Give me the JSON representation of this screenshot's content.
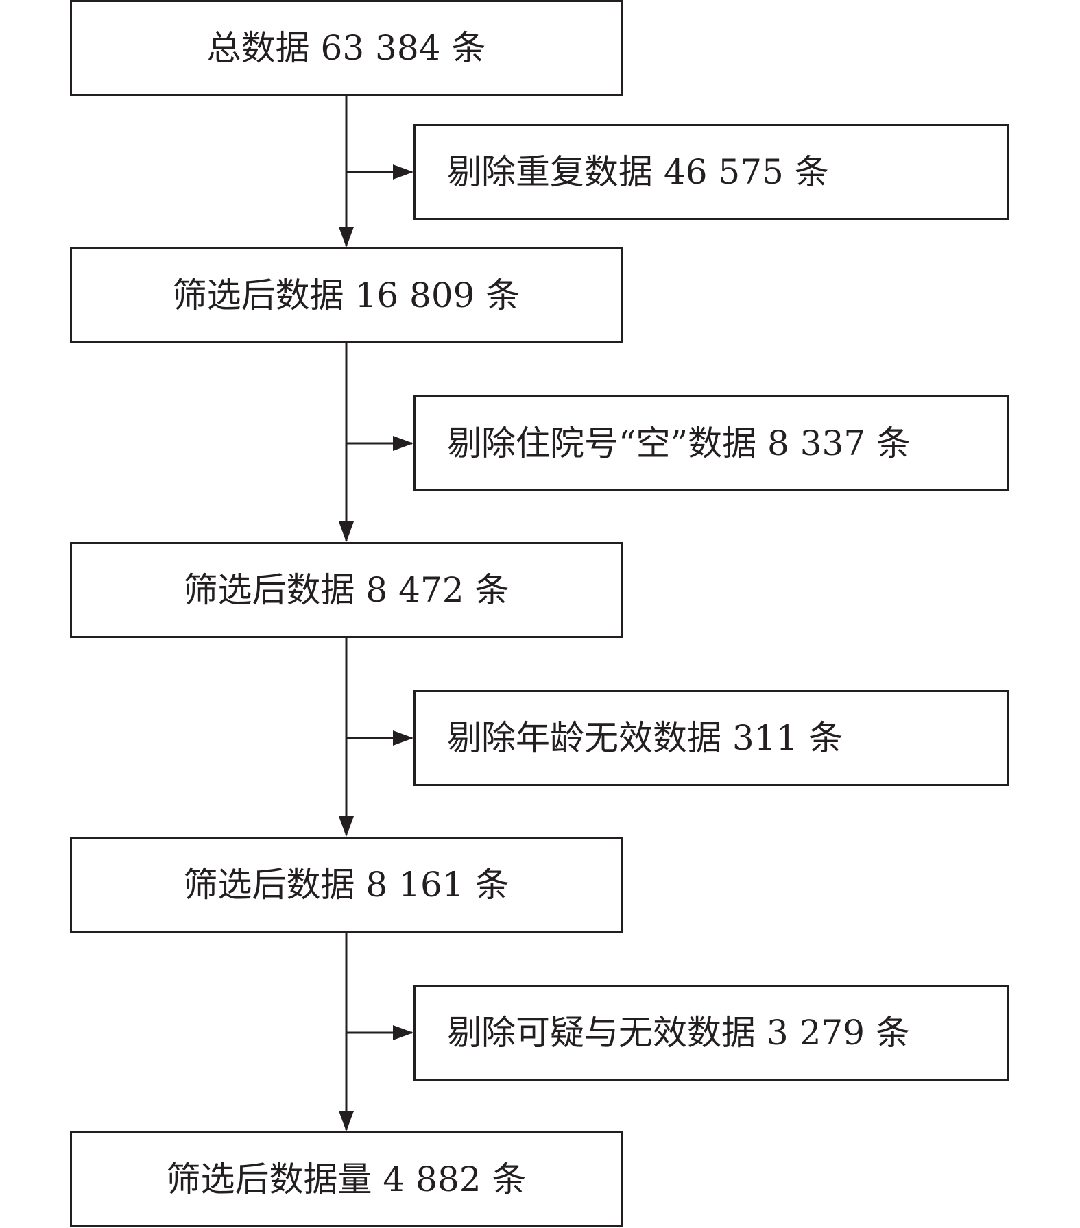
{
  "flowchart": {
    "main_steps": [
      {
        "label": "总数据 63 384 条"
      },
      {
        "label": "筛选后数据 16 809 条"
      },
      {
        "label": "筛选后数据 8 472 条"
      },
      {
        "label": "筛选后数据 8 161 条"
      },
      {
        "label": "筛选后数据量 4 882 条"
      }
    ],
    "exclusions": [
      {
        "label": "剔除重复数据 46 575 条"
      },
      {
        "label": "剔除住院号“空”数据 8 337 条"
      },
      {
        "label": "剔除年龄无效数据 311 条"
      },
      {
        "label": "剔除可疑与无效数据 3 279 条"
      }
    ]
  },
  "colors": {
    "line": "#231f20",
    "background": "#ffffff"
  }
}
